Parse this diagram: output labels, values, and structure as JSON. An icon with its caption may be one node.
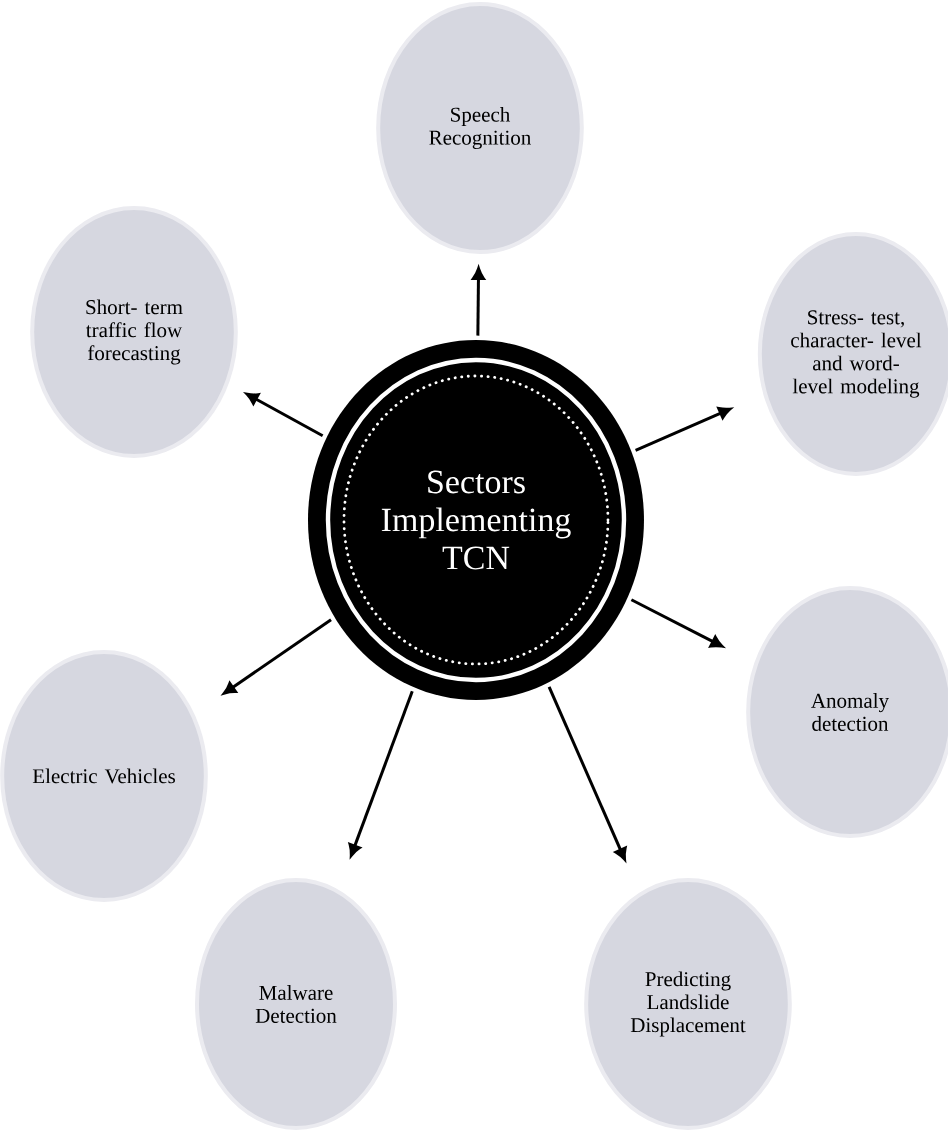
{
  "diagram": {
    "nodes": [
      {
        "text": [
          "Sectors Implementing TCN"
        ]
      },
      {
        "text": [
          "Speech Recognition"
        ]
      },
      {
        "text": [
          "Short- term traffic flow forecasting"
        ]
      },
      {
        "text": [
          "Stress- test, character- level and word- level modeling"
        ]
      },
      {
        "text": [
          "Electric Vehicles"
        ]
      },
      {
        "text": [
          "Anomaly detection"
        ]
      },
      {
        "text": [
          "Malware Detection"
        ]
      },
      {
        "text": [
          "Predicting Landslide Displacement"
        ]
      }
    ],
    "edges": [
      {
        "from": 0,
        "to": 1,
        "arrow": "to"
      },
      {
        "from": 0,
        "to": 2,
        "arrow": "to"
      },
      {
        "from": 0,
        "to": 3,
        "arrow": "to"
      },
      {
        "from": 0,
        "to": 4,
        "arrow": "to"
      },
      {
        "from": 0,
        "to": 5,
        "arrow": "to"
      },
      {
        "from": 0,
        "to": 6,
        "arrow": "to"
      },
      {
        "from": 0,
        "to": 7,
        "arrow": "to"
      }
    ]
  }
}
